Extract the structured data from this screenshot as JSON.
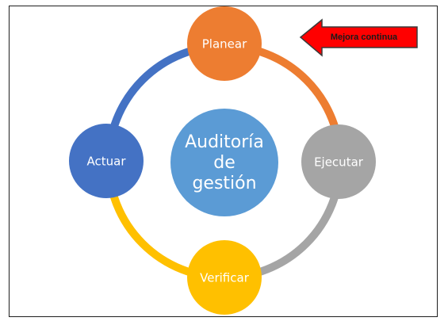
{
  "diagram": {
    "center": {
      "lines": [
        "Auditoría",
        "de",
        "gestión"
      ],
      "color": "#5B9BD5"
    },
    "nodes": {
      "top": {
        "label": "Planear",
        "color": "#ED7D31"
      },
      "right": {
        "label": "Ejecutar",
        "color": "#A5A5A5"
      },
      "bottom": {
        "label": "Verificar",
        "color": "#FFC000"
      },
      "left": {
        "label": "Actuar",
        "color": "#4472C4"
      }
    },
    "arcs": {
      "top_right": "#ED7D31",
      "right_bottom": "#A5A5A5",
      "bottom_left": "#FFC000",
      "left_top": "#4472C4"
    },
    "callout": {
      "label": "Mejora continua",
      "color": "#FF0000",
      "direction": "points-left"
    }
  }
}
